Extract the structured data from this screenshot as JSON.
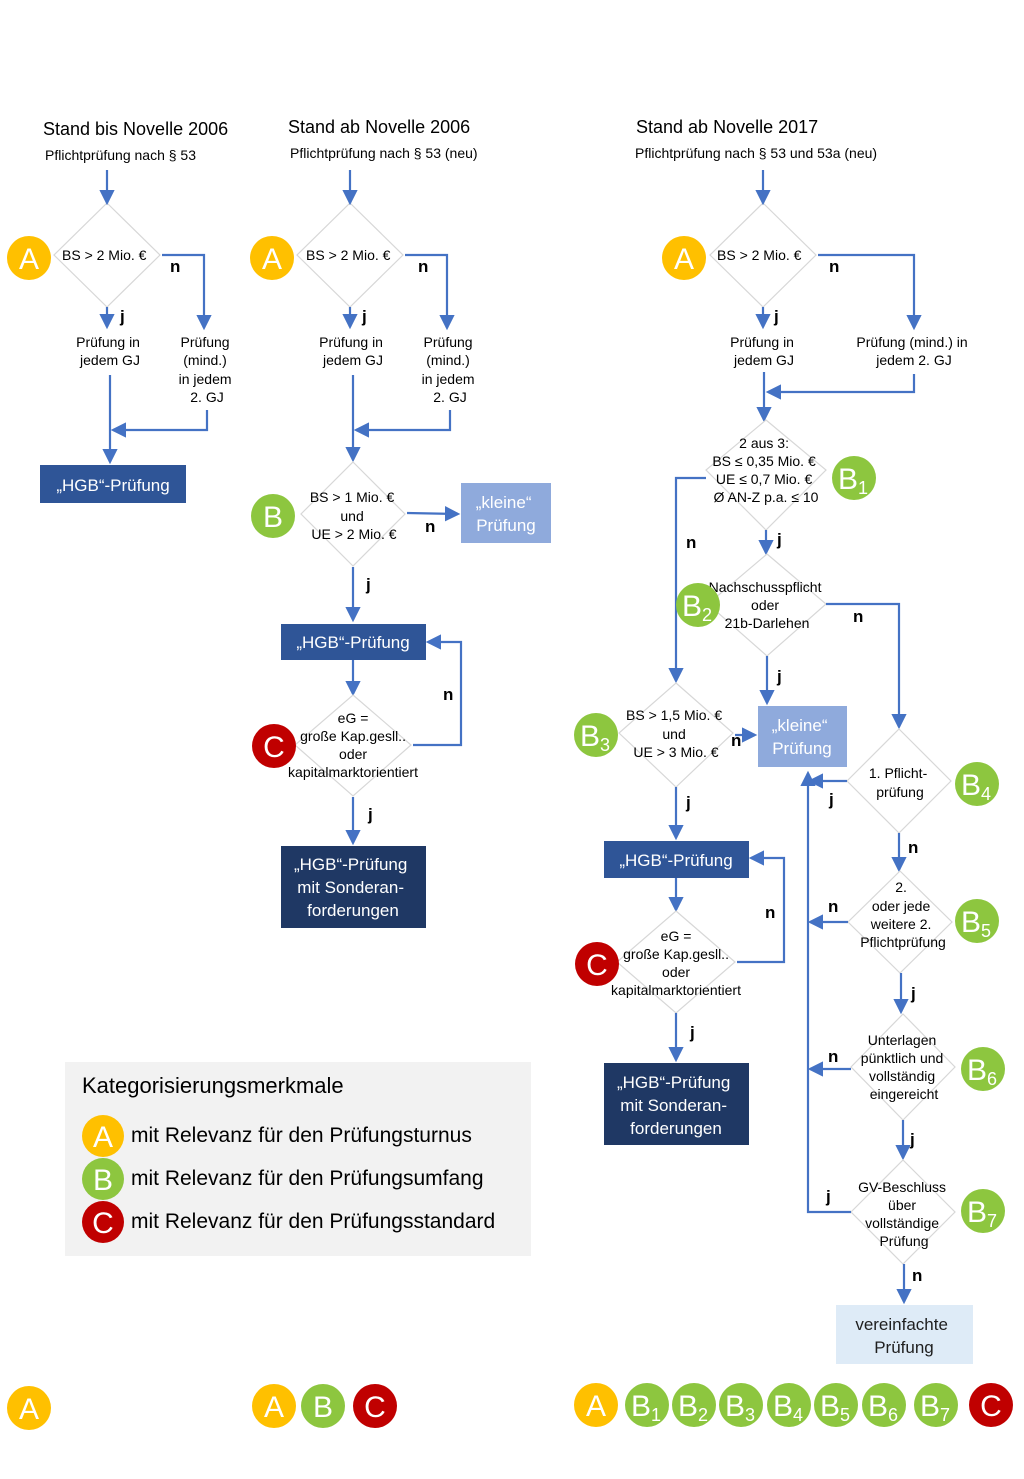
{
  "colors": {
    "A": "#FFC000",
    "B": "#8DC63F",
    "C": "#C00000",
    "arrow": "#4472C4",
    "hgb_box": "#2F5597",
    "hgb_box_dark": "#1F3864",
    "small_box": "#8FAADC",
    "simple_box": "#DEEBF7",
    "legend_bg": "#F2F2F2"
  },
  "columns": {
    "col1": {
      "title": "Stand bis Novelle 2006",
      "subtitle": "Pflichtprüfung nach § 53"
    },
    "col2": {
      "title": "Stand ab Novelle 2006",
      "subtitle": "Pflichtprüfung nach § 53 (neu)"
    },
    "col3": {
      "title": "Stand ab Novelle 2017",
      "subtitle": "Pflichtprüfung nach § 53 und 53a (neu)"
    }
  },
  "labels": {
    "yes": "j",
    "no": "n",
    "bs_2mio": "BS > 2 Mio. €",
    "pruefung_jedem_gj": [
      "Prüfung in",
      "jedem GJ"
    ],
    "pruefung_2gj_4": [
      "Prüfung",
      "(mind.)",
      "in jedem",
      "2. GJ"
    ],
    "pruefung_2gj_2": [
      "Prüfung (mind.) in",
      "jedem 2. GJ"
    ],
    "hgb": "„HGB“-Prüfung",
    "hgb_sonder": [
      "„HGB“-Prüfung",
      "mit Sonderan-",
      "forderungen"
    ],
    "kleine": [
      "„kleine“",
      "Prüfung"
    ],
    "bs1_ue2": [
      "BS > 1 Mio. €",
      "und",
      "UE > 2 Mio. €"
    ],
    "eg": [
      "eG =",
      "große Kap.gesll..",
      "oder",
      "kapitalmarktorientiert"
    ],
    "zwei_aus_drei": [
      "2 aus 3:",
      "BS ≤ 0,35 Mio. €",
      "UE ≤ 0,7 Mio. €",
      "Ø AN-Z p.a. ≤ 10"
    ],
    "nachschuss": [
      "Nachschusspflicht",
      "oder",
      "21b-Darlehen"
    ],
    "bs15_ue3": [
      "BS > 1,5 Mio. €",
      "und",
      "UE > 3 Mio. €"
    ],
    "pflicht1": [
      "1. Pflicht-",
      "prüfung"
    ],
    "pflicht2": [
      "2.",
      "oder jede",
      "weitere 2.",
      "Pflichtprüfung"
    ],
    "unterlagen": [
      "Unterlagen",
      "pünktlich und",
      "vollständig",
      "eingereicht"
    ],
    "gv": [
      "GV-Beschluss",
      "über",
      "vollständige",
      "Prüfung"
    ],
    "vereinfacht": [
      "vereinfachte",
      "Prüfung"
    ]
  },
  "badges": {
    "A": "A",
    "B": "B",
    "C": "C",
    "B1": "1",
    "B2": "2",
    "B3": "3",
    "B4": "4",
    "B5": "5",
    "B6": "6",
    "B7": "7"
  },
  "legend": {
    "title": "Kategorisierungsmerkmale",
    "items": [
      {
        "badge": "A",
        "text": "mit Relevanz für den Prüfungsturnus"
      },
      {
        "badge": "B",
        "text": "mit Relevanz für den Prüfungsumfang"
      },
      {
        "badge": "C",
        "text": "mit Relevanz für den Prüfungsstandard"
      }
    ]
  }
}
